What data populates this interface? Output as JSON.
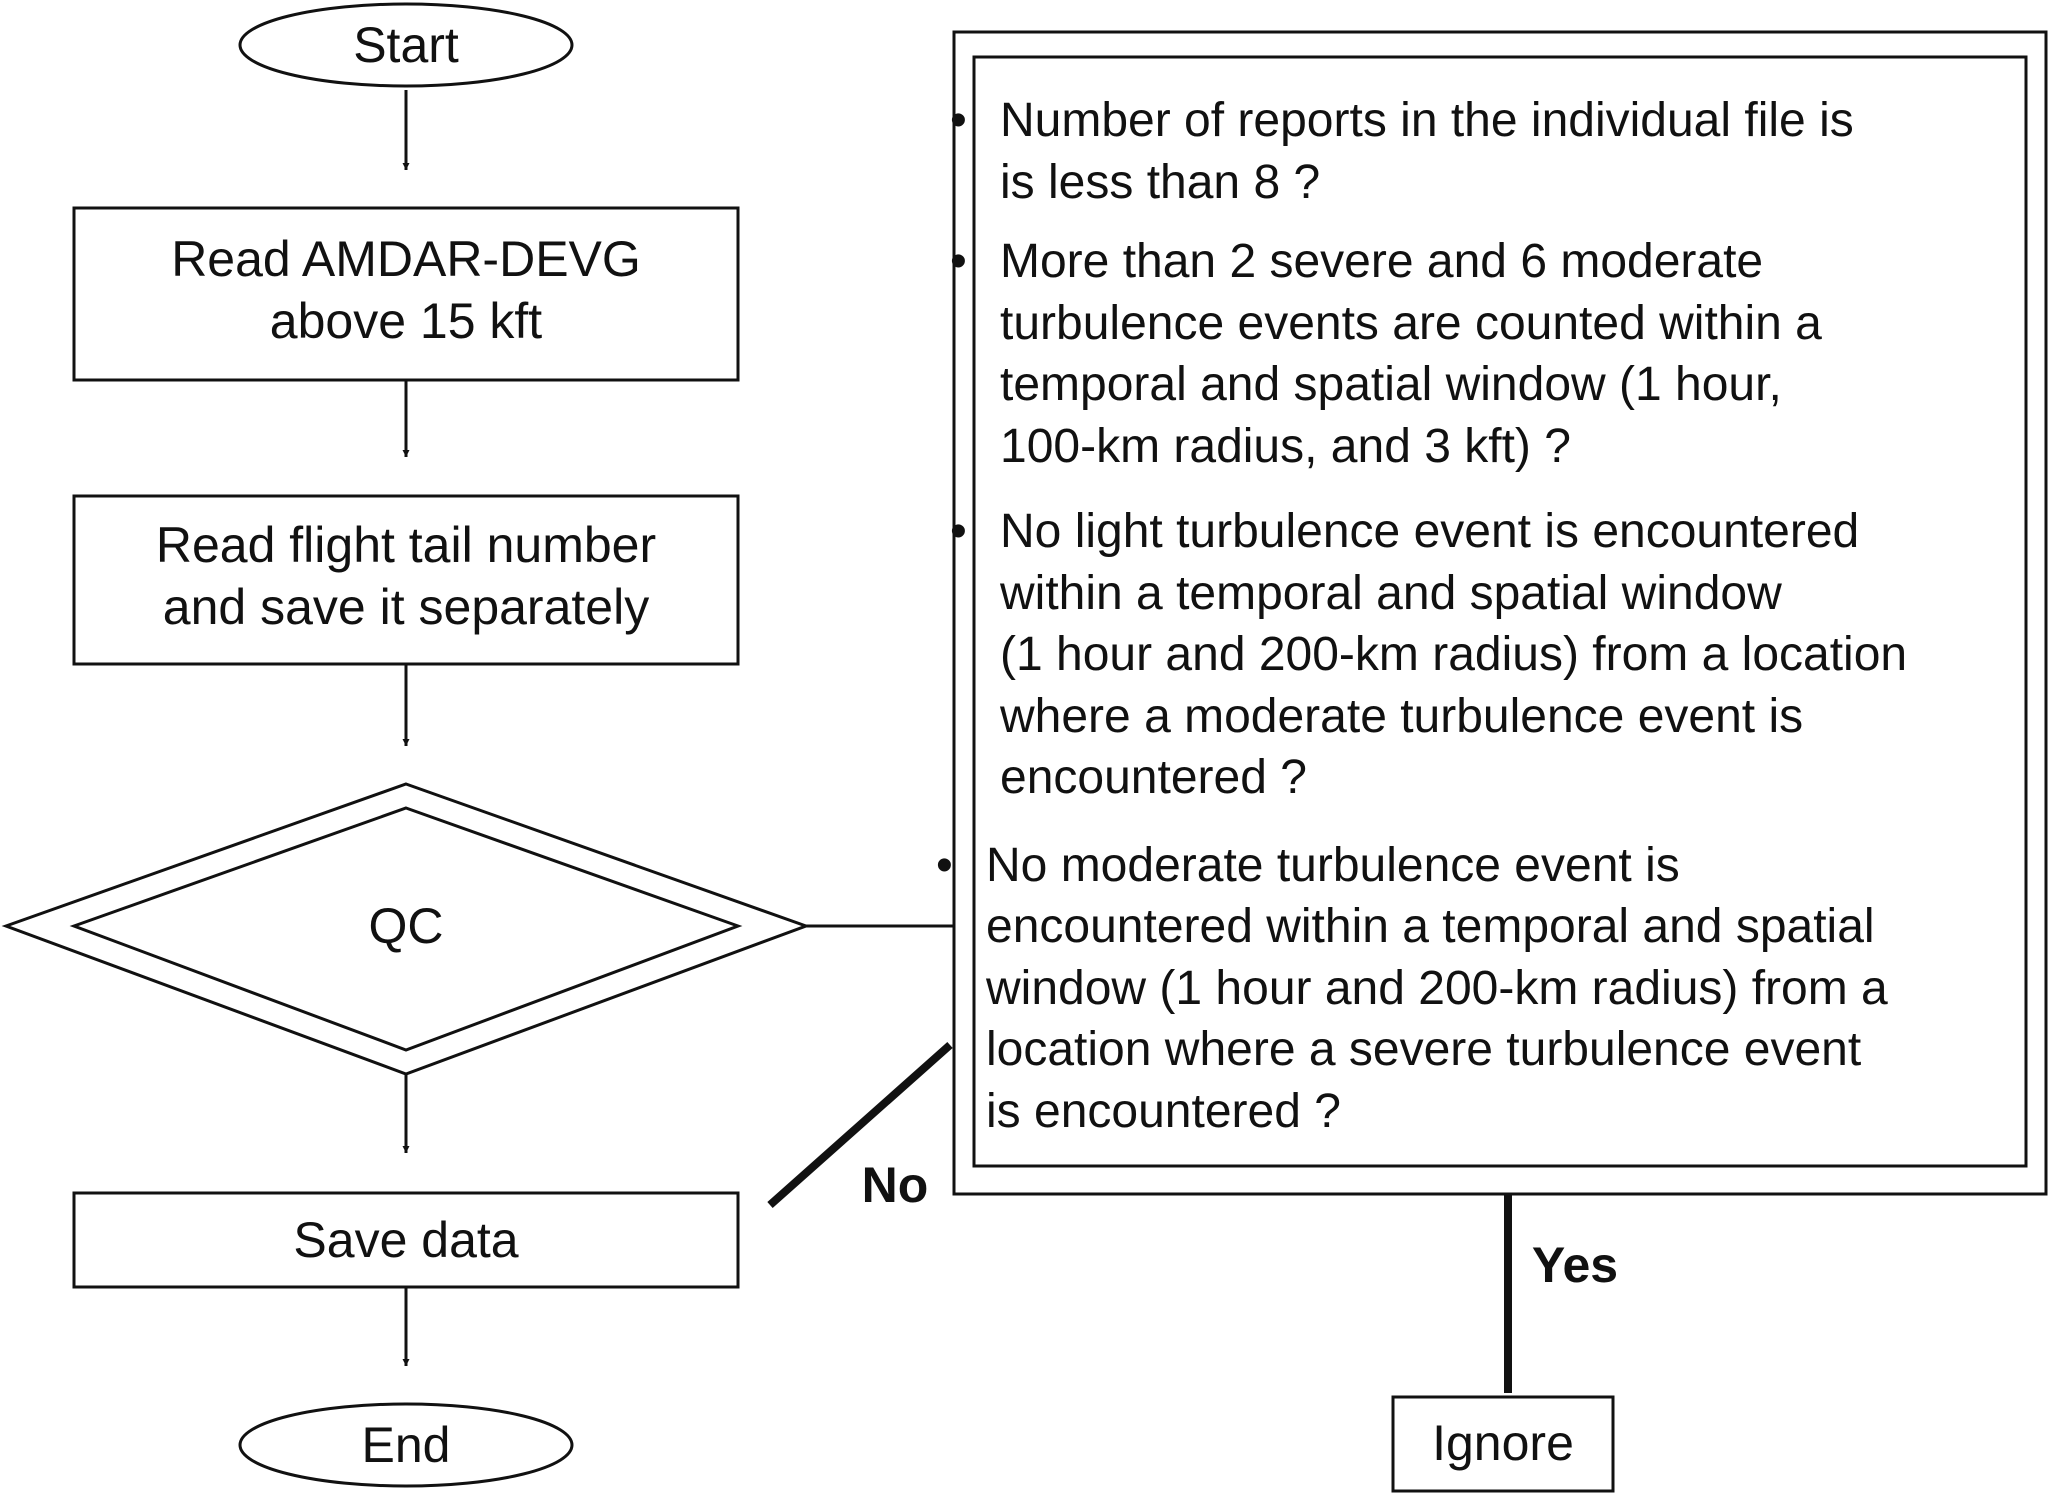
{
  "nodes": {
    "start": "Start",
    "read_amdar": "Read AMDAR-DEVG\nabove 15 kft",
    "read_tail": "Read flight tail number\nand save it separately",
    "qc": "QC",
    "save": "Save data",
    "end": "End",
    "ignore": "Ignore"
  },
  "criteria": [
    "Number of reports in the individual file is\nis less than 8 ?",
    "More than 2 severe and 6 moderate\nturbulence events are counted within a\ntemporal and spatial window (1 hour,\n100-km radius, and 3 kft) ?",
    "No light turbulence event is encountered\nwithin a temporal and spatial window\n(1 hour and 200-km radius) from a location\nwhere a moderate turbulence event is\nencountered ?",
    "No moderate turbulence event is\nencountered within a temporal and spatial\nwindow (1 hour and 200-km radius) from a\nlocation where a severe turbulence event\nis encountered ?"
  ],
  "edges": {
    "no": "No",
    "yes": "Yes"
  }
}
